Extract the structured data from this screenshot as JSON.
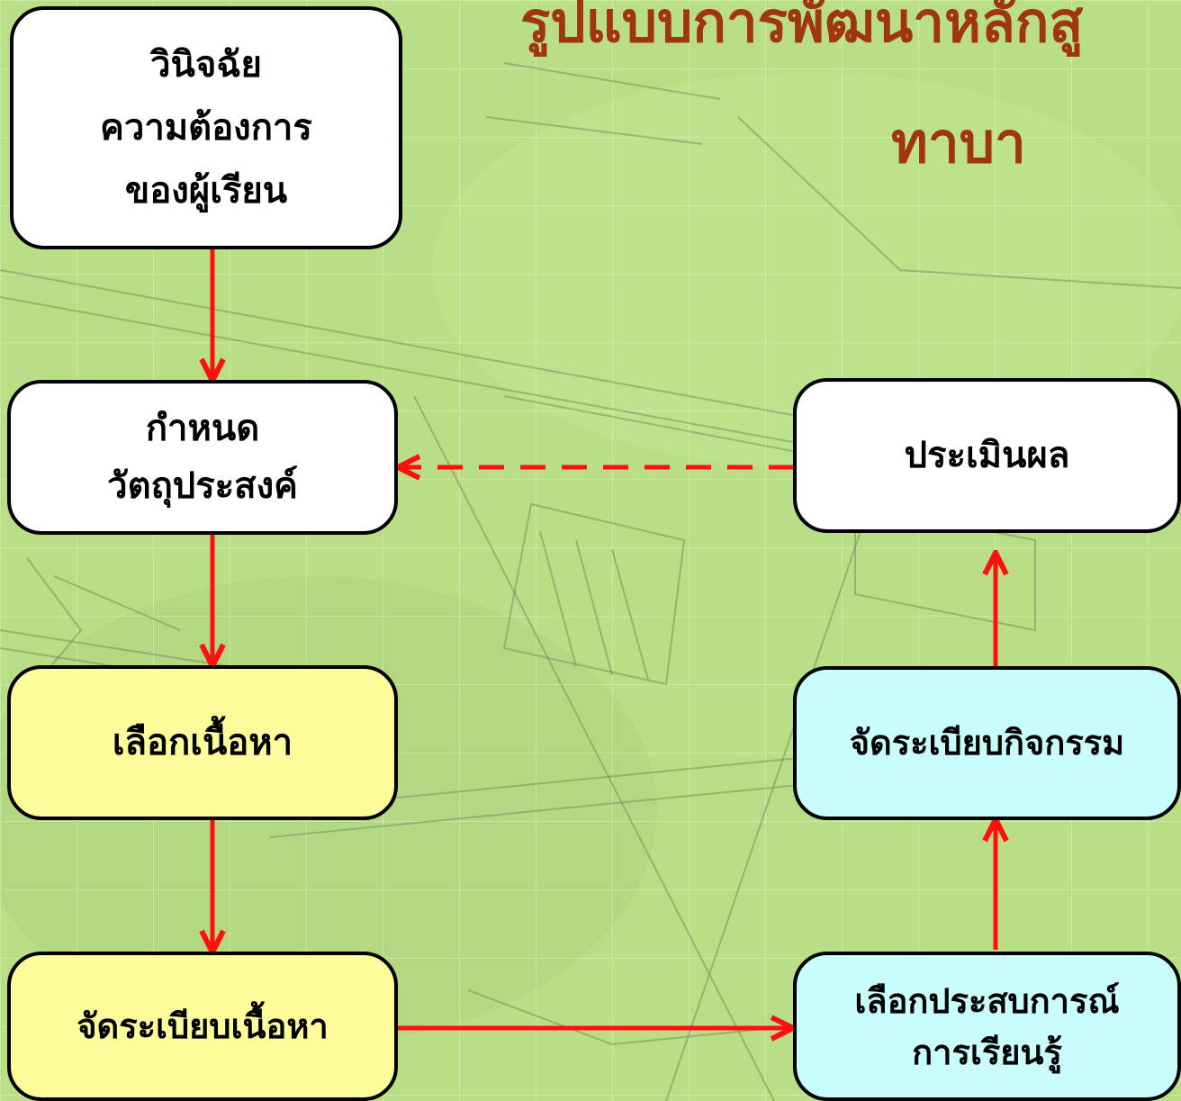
{
  "title": {
    "line1": "รูปแบบการพัฒนาหลักสู",
    "line2": "ทาบา"
  },
  "nodes": {
    "diagnose": {
      "lines": [
        "วินิจฉัย",
        "ความต้องการ",
        "ของผู้เรียน"
      ],
      "fill": "#ffffff"
    },
    "objectives": {
      "lines": [
        "กำหนด",
        "วัตถุประสงค์"
      ],
      "fill": "#ffffff"
    },
    "select_content": {
      "lines": [
        "เลือกเนื้อหา"
      ],
      "fill": "#fdfc9a"
    },
    "organize_content": {
      "lines": [
        "จัดระเบียบเนื้อหา"
      ],
      "fill": "#fdfc9a"
    },
    "select_experience": {
      "lines": [
        "เลือกประสบการณ์",
        "การเรียนรู้"
      ],
      "fill": "#c9fdfc"
    },
    "organize_activities": {
      "lines": [
        "จัดระเบียบกิจกรรม"
      ],
      "fill": "#c9fdfc"
    },
    "evaluate": {
      "lines": [
        "ประเมินผล"
      ],
      "fill": "#ffffff"
    }
  },
  "colors": {
    "connector": "#ff1010",
    "title": "#a0360e",
    "background": "#b9de86"
  }
}
